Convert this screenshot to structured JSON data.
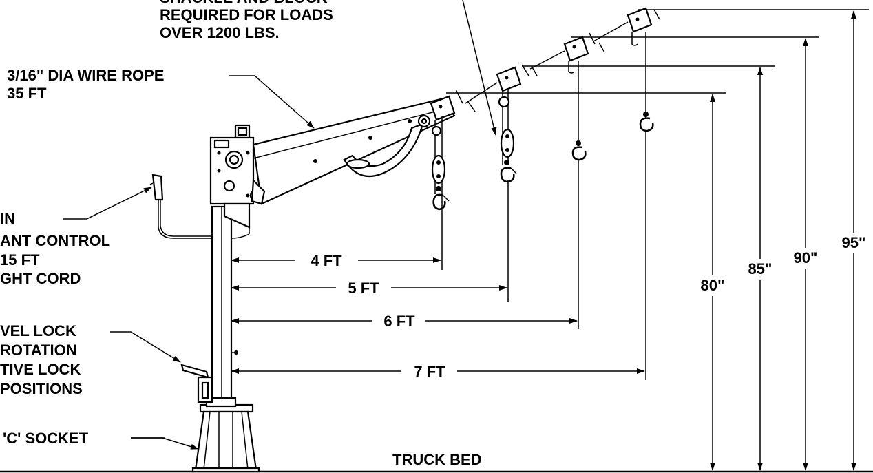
{
  "labels": {
    "shackle_line1": "SHACKLE AND BLOCK",
    "shackle_line2": "REQUIRED FOR LOADS",
    "shackle_line3": "OVER 1200 LBS.",
    "wire_line1": "3/16\" DIA WIRE ROPE",
    "wire_line2": "35 FT",
    "pendant_line1": "IN",
    "pendant_line2": "ANT CONTROL",
    "pendant_line3": "15 FT",
    "pendant_line4": "GHT CORD",
    "swivel_line1": "VEL LOCK",
    "swivel_line2": "ROTATION",
    "swivel_line3": "TIVE LOCK",
    "swivel_line4": "POSITIONS",
    "socket": "'C' SOCKET",
    "truck_bed": "TRUCK BED"
  },
  "reach": [
    "4 FT",
    "5 FT",
    "6 FT",
    "7 FT"
  ],
  "heights": [
    "80\"",
    "85\"",
    "90\"",
    "95\""
  ]
}
